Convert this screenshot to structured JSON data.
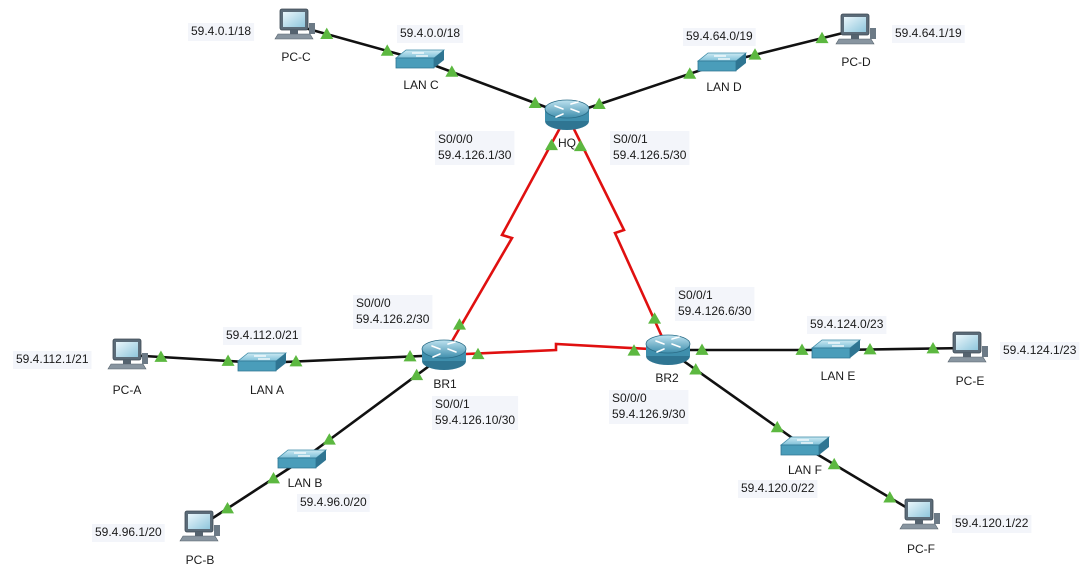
{
  "diagram": {
    "colors": {
      "ethernet": "#111111",
      "serial": "#e01010",
      "port": "#5cb840"
    },
    "nodes": [
      {
        "id": "HQ",
        "type": "router",
        "label": "HQ"
      },
      {
        "id": "BR1",
        "type": "router",
        "label": "BR1"
      },
      {
        "id": "BR2",
        "type": "router",
        "label": "BR2"
      },
      {
        "id": "LAN-A",
        "type": "switch",
        "label": "LAN A"
      },
      {
        "id": "LAN-B",
        "type": "switch",
        "label": "LAN B"
      },
      {
        "id": "LAN-C",
        "type": "switch",
        "label": "LAN C"
      },
      {
        "id": "LAN-D",
        "type": "switch",
        "label": "LAN D"
      },
      {
        "id": "LAN-E",
        "type": "switch",
        "label": "LAN E"
      },
      {
        "id": "LAN-F",
        "type": "switch",
        "label": "LAN F"
      },
      {
        "id": "PC-A",
        "type": "pc",
        "label": "PC-A"
      },
      {
        "id": "PC-B",
        "type": "pc",
        "label": "PC-B"
      },
      {
        "id": "PC-C",
        "type": "pc",
        "label": "PC-C"
      },
      {
        "id": "PC-D",
        "type": "pc",
        "label": "PC-D"
      },
      {
        "id": "PC-E",
        "type": "pc",
        "label": "PC-E"
      },
      {
        "id": "PC-F",
        "type": "pc",
        "label": "PC-F"
      }
    ],
    "links": [
      {
        "from": "PC-C",
        "to": "LAN-C",
        "type": "ethernet"
      },
      {
        "from": "LAN-C",
        "to": "HQ",
        "type": "ethernet"
      },
      {
        "from": "HQ",
        "to": "LAN-D",
        "type": "ethernet"
      },
      {
        "from": "LAN-D",
        "to": "PC-D",
        "type": "ethernet"
      },
      {
        "from": "PC-A",
        "to": "LAN-A",
        "type": "ethernet"
      },
      {
        "from": "LAN-A",
        "to": "BR1",
        "type": "ethernet"
      },
      {
        "from": "BR1",
        "to": "LAN-B",
        "type": "ethernet"
      },
      {
        "from": "LAN-B",
        "to": "PC-B",
        "type": "ethernet"
      },
      {
        "from": "BR2",
        "to": "LAN-E",
        "type": "ethernet"
      },
      {
        "from": "LAN-E",
        "to": "PC-E",
        "type": "ethernet"
      },
      {
        "from": "BR2",
        "to": "LAN-F",
        "type": "ethernet"
      },
      {
        "from": "LAN-F",
        "to": "PC-F",
        "type": "ethernet"
      },
      {
        "from": "HQ",
        "to": "BR1",
        "type": "serial"
      },
      {
        "from": "HQ",
        "to": "BR2",
        "type": "serial"
      },
      {
        "from": "BR1",
        "to": "BR2",
        "type": "serial"
      }
    ],
    "address_labels": [
      {
        "id": "pc-c-ip",
        "lines": [
          "59.4.0.1/18"
        ]
      },
      {
        "id": "lan-c-net",
        "lines": [
          "59.4.0.0/18"
        ]
      },
      {
        "id": "lan-d-net",
        "lines": [
          "59.4.64.0/19"
        ]
      },
      {
        "id": "pc-d-ip",
        "lines": [
          "59.4.64.1/19"
        ]
      },
      {
        "id": "hq-s000",
        "lines": [
          "S0/0/0",
          "59.4.126.1/30"
        ]
      },
      {
        "id": "hq-s001",
        "lines": [
          "S0/0/1",
          "59.4.126.5/30"
        ]
      },
      {
        "id": "br1-s000",
        "lines": [
          "S0/0/0",
          "59.4.126.2/30"
        ]
      },
      {
        "id": "br2-s001",
        "lines": [
          "S0/0/1",
          "59.4.126.6/30"
        ]
      },
      {
        "id": "lan-a-net",
        "lines": [
          "59.4.112.0/21"
        ]
      },
      {
        "id": "pc-a-ip",
        "lines": [
          "59.4.112.1/21"
        ]
      },
      {
        "id": "lan-e-net",
        "lines": [
          "59.4.124.0/23"
        ]
      },
      {
        "id": "pc-e-ip",
        "lines": [
          "59.4.124.1/23"
        ]
      },
      {
        "id": "br1-s001",
        "lines": [
          "S0/0/1",
          "59.4.126.10/30"
        ]
      },
      {
        "id": "br2-s000",
        "lines": [
          "S0/0/0",
          "59.4.126.9/30"
        ]
      },
      {
        "id": "lan-b-net",
        "lines": [
          "59.4.96.0/20"
        ]
      },
      {
        "id": "lan-f-net",
        "lines": [
          "59.4.120.0/22"
        ]
      },
      {
        "id": "pc-b-ip",
        "lines": [
          "59.4.96.1/20"
        ]
      },
      {
        "id": "pc-f-ip",
        "lines": [
          "59.4.120.1/22"
        ]
      }
    ]
  }
}
